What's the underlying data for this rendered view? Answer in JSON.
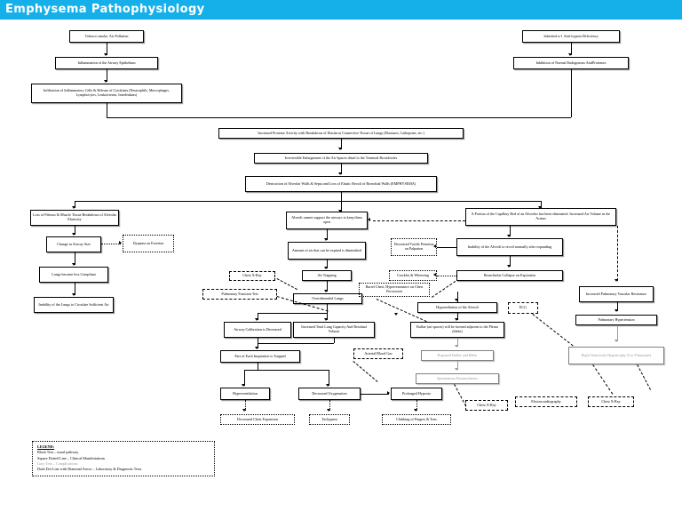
{
  "header": {
    "title": "Emphysema Pathophysiology",
    "bar_color": "#15b0ea",
    "text_color": "#ffffff"
  },
  "legend": {
    "title": "LEGEND:",
    "items": [
      "Black Text – usual pathway",
      "Square Dotted Line – Clinical Manifestations",
      "Gray Text – Complications",
      "Dash Dot Line with Diamond Arrow – Laboratory & Diagnostic Tests"
    ]
  },
  "nodes": {
    "tobacco": "Tobacco smoke, Air Pollution",
    "inflammation": "Inflammation of the Airway Epithelium",
    "infiltration": "Infiltration of Inflammatory Cells & Release of Cytokines (Neutrophils, Macrophages, Lymphocytes, Leukotrienes, Interleukins)",
    "inherited": "Inherited α-1 Anti-trypsin Deficiency",
    "inhibition": "Inhibition of Normal Endogenous AntiProteases",
    "protease": "Increased Protease Activity with Breakdown of Elastin in Connective Tissue of Lungs (Elastases, Cathepsins, etc.)",
    "enlargement": "Irreversible Enlargement of the Air Spaces distal to the Terminal Bronchioles",
    "destruction": "Destruction of Alveolar Walls & Septa and Loss of Elastic Recoil of Bronchial Walls (EMPHYSEMA)",
    "loss_fibrous": "Loss of Fibrous & Muscle Tissue Breakdown of Alveolar Elasticity",
    "change_airway": "Change in Airway Size",
    "dyspnea": "Dyspnea on Exertion",
    "less_compliant": "Lungs become less Compliant",
    "inability_circulate": "Inability of the Lungs to Circulate Sufficient Air",
    "alveoli_cannot": "Alveoli cannot support the airways to keep them open",
    "amount_air": "Amount of air that can be expired is diminished",
    "air_trapping": "Air Trapping",
    "overdistended": "Overdistended Lungs",
    "chest_xray_1": "Chest X-Ray",
    "pft": "Pulmonary Function Test",
    "airway_calibration": "Airway Calibration is Decreased",
    "increased_tlc": "Increased Total Lung Capacity And Residual Volume",
    "part_inspiration": "Part of Each Inspiration is Trapped",
    "hyperventilation": "Hyperventilation",
    "decreased_oxygenation": "Decreased Oxygenation",
    "prolonged_hypoxia": "Prolonged Hypoxia",
    "decreased_chest_expansion": "Decreased Chest Expansion",
    "tachypnea": "Tachypnea",
    "clubbing": "Clubbing of Fingers & Toes",
    "abg": "Arterial Blood Gas",
    "capillary_bed": "A Portion of the Capillary Bed of an Alveolus has been eliminated. Increased Air Volume in the Acinus",
    "inability_recoil": "Inability of the Alveoli to recoil normally after expanding",
    "bronchiolar_collapse": "Bronchiolar Collapse on Expiration",
    "decreased_tactile": "Decreased Tactile Premitus on Palpation",
    "crackles": "Crackles & Wheezing",
    "barrel_chest": "Barrel Chest, Hyperresonance on Chest Percussion",
    "hyperinflation": "Hyperinflation of the Alveoli",
    "bullae": "Bullae (air spaces) will be formed adjacent to the Pleura (blebs)",
    "ruptured_bullae": "Ruptured Bullae and Blebs",
    "pneumothorax": "Spontaneous Pneumothorax",
    "ecg": "ECG",
    "increased_pvr": "Increased Pulmonary Vascular Resistance",
    "pulmonary_hypertension": "Pulmonary Hypertension",
    "rvh": "Right Ventricular Hypertrophy (Cor Pulmonale)",
    "chest_xray_2": "Chest X-Ray",
    "electrocardiography": "Electrocardiography",
    "chest_xray_3": "Chest X-Ray"
  }
}
